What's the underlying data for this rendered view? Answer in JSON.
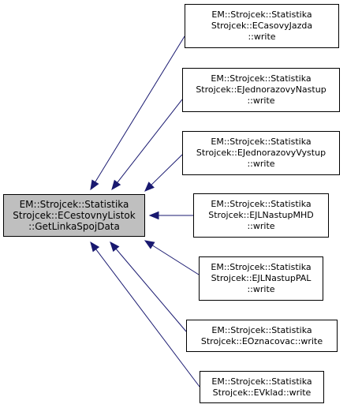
{
  "colors": {
    "edge": "#191970",
    "focus_fill": "#bfbfbf",
    "node_fill": "#ffffff",
    "border": "#000000"
  },
  "focus": {
    "lines": [
      "EM::Strojcek::Statistika",
      "Strojcek::ECestovnyListok",
      "::GetLinkaSpojData"
    ]
  },
  "callers": [
    {
      "lines": [
        "EM::Strojcek::Statistika",
        "Strojcek::ECasovyJazda",
        "::write"
      ]
    },
    {
      "lines": [
        "EM::Strojcek::Statistika",
        "Strojcek::EJednorazovyNastup",
        "::write"
      ]
    },
    {
      "lines": [
        "EM::Strojcek::Statistika",
        "Strojcek::EJednorazovyVystup",
        "::write"
      ]
    },
    {
      "lines": [
        "EM::Strojcek::Statistika",
        "Strojcek::EJLNastupMHD",
        "::write"
      ]
    },
    {
      "lines": [
        "EM::Strojcek::Statistika",
        "Strojcek::EJLNastupPAL",
        "::write"
      ]
    },
    {
      "lines": [
        "EM::Strojcek::Statistika",
        "Strojcek::EOznacovac::write"
      ]
    },
    {
      "lines": [
        "EM::Strojcek::Statistika",
        "Strojcek::EVklad::write"
      ]
    }
  ]
}
